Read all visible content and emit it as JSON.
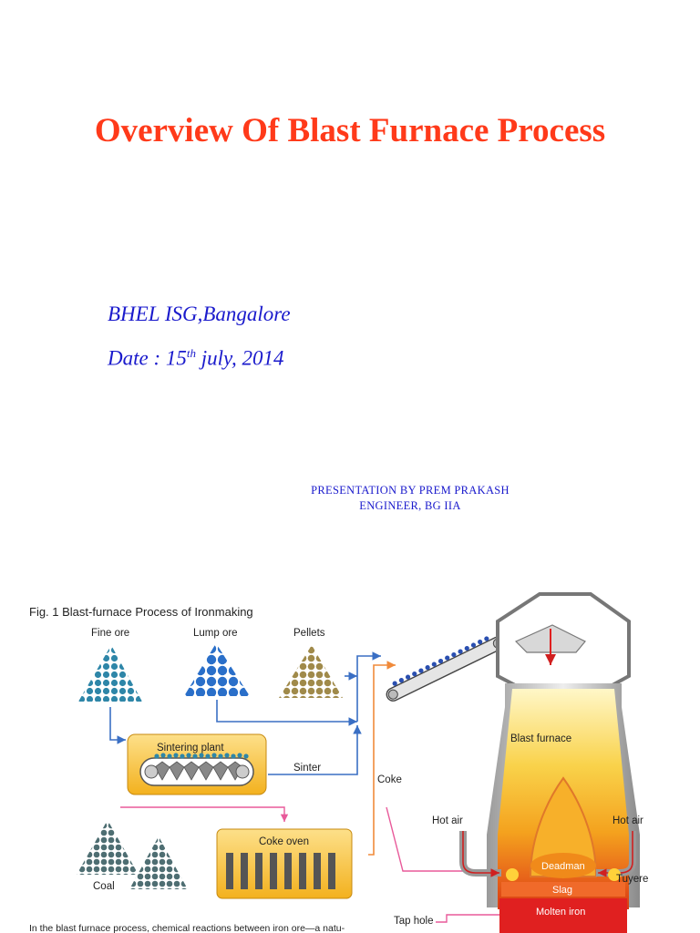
{
  "slide": {
    "title": "Overview Of Blast Furnace Process",
    "organization": "BHEL  ISG,Bangalore",
    "date_prefix": "Date : 15",
    "date_sup": "th",
    "date_suffix": " july, 2014",
    "presenter_line1": "PRESENTATION BY PREM PRAKASH",
    "presenter_line2": "ENGINEER, BG IIA"
  },
  "figure": {
    "caption": "Fig. 1 Blast-furnace Process of Ironmaking",
    "labels": {
      "fine_ore": "Fine ore",
      "lump_ore": "Lump ore",
      "pellets": "Pellets",
      "sintering_plant": "Sintering plant",
      "sinter": "Sinter",
      "coke": "Coke",
      "coke_oven": "Coke oven",
      "coal": "Coal",
      "blast_furnace": "Blast furnace",
      "hot_air_left": "Hot air",
      "hot_air_right": "Hot air",
      "deadman": "Deadman",
      "slag": "Slag",
      "molten_iron": "Molten iron",
      "tuyere": "Tuyere",
      "tap_hole": "Tap hole"
    },
    "footnote": "In the blast furnace process, chemical reactions between iron ore—a natu-"
  },
  "colors": {
    "title": "#ff3a1a",
    "body_text": "#1a1acc",
    "fine_ore": "#2e86a8",
    "lump_ore": "#2a6fc9",
    "pellets": "#a08a4a",
    "coal": "#4e6e72",
    "flow_arrow_blue": "#3a6fc4",
    "flow_arrow_orange": "#f08a3a",
    "flow_arrow_pink": "#e85a9a",
    "plant_yellow": "#f7c23a",
    "molten_iron": "#e02020"
  }
}
